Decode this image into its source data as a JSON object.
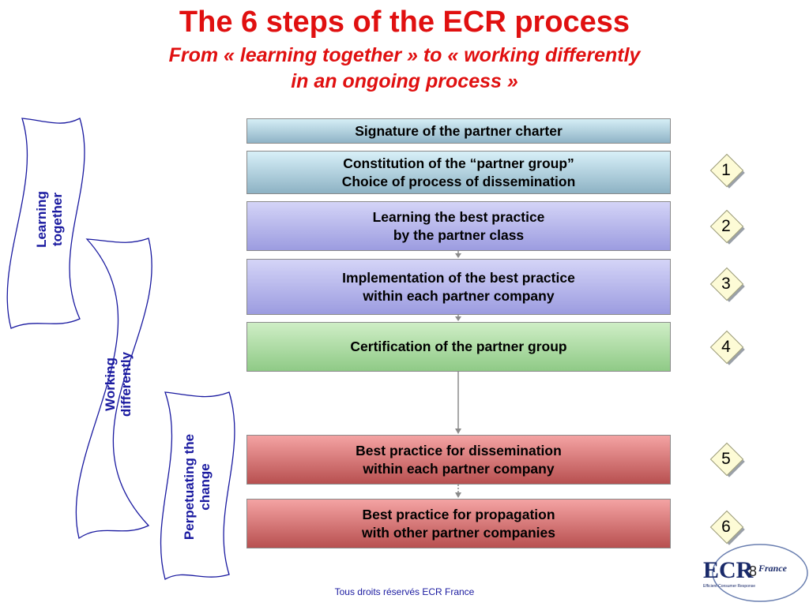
{
  "title": "The 6 steps of the ECR process",
  "subtitle_line1": "From « learning together » to « working differently",
  "subtitle_line2": "in an ongoing process »",
  "phases": {
    "learning": [
      "Learning",
      "together"
    ],
    "working": [
      "Working",
      "differently"
    ],
    "perpetuating": [
      "Perpetuating the",
      "change"
    ]
  },
  "steps": [
    {
      "line1": "Signature of the partner charter",
      "line2": ""
    },
    {
      "line1": "Constitution of the “partner group”",
      "line2": "Choice of process of dissemination"
    },
    {
      "line1": "Learning the best practice",
      "line2": "by the partner class"
    },
    {
      "line1": "Implementation of the best practice",
      "line2": "within each partner company"
    },
    {
      "line1": "Certification of the partner group",
      "line2": ""
    },
    {
      "line1": "Best practice for dissemination",
      "line2": "within each partner company"
    },
    {
      "line1": "Best practice for propagation",
      "line2": "with other partner companies"
    }
  ],
  "badges": [
    "1",
    "2",
    "3",
    "4",
    "5",
    "6"
  ],
  "logo": {
    "main": "ECR",
    "sub": "France",
    "tagline": "Efficient Consumer Response"
  },
  "page_number": "8",
  "footer": "Tous droits réservés ECR France",
  "colors": {
    "title": "#e01010",
    "phase_text": "#1a1aa0",
    "banner_stroke": "#1a1aa0"
  }
}
